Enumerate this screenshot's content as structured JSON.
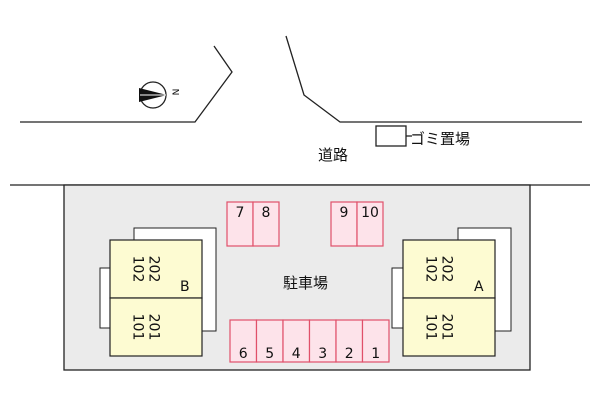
{
  "map": {
    "road_label": "道路",
    "garbage_label": "ゴミ置場",
    "parking_label": "駐車場",
    "compass_label": "N",
    "parking_top_left": [
      "7",
      "8"
    ],
    "parking_top_right": [
      "9",
      "10"
    ],
    "parking_bottom": [
      "6",
      "5",
      "4",
      "3",
      "2",
      "1"
    ],
    "building_b": {
      "letter": "B",
      "upper_units": [
        "202",
        "102"
      ],
      "lower_units": [
        "201",
        "101"
      ]
    },
    "building_a": {
      "letter": "A",
      "upper_units": [
        "202",
        "102"
      ],
      "lower_units": [
        "201",
        "101"
      ]
    }
  },
  "colors": {
    "parking_fill": "#fde3ea",
    "parking_stroke": "#e0506a",
    "building_fill": "#fdfbd2",
    "lot_fill": "#ebebeb",
    "line": "#222222"
  }
}
